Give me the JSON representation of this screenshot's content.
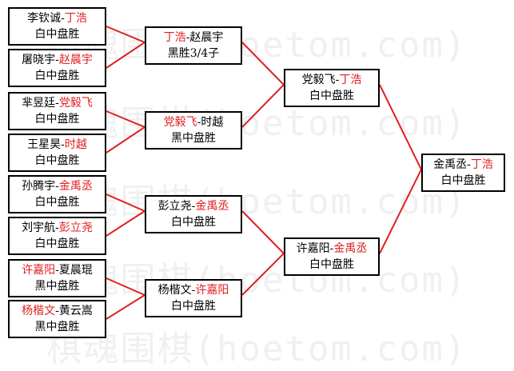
{
  "watermark": "棋魂围棋(hoetom.com)",
  "colors": {
    "highlight": "#e02020",
    "line": "#e02020",
    "text": "#000000"
  },
  "matches": {
    "r1": [
      {
        "p1": "李钦诚",
        "p2": "丁浩",
        "red": "p2",
        "result": "白中盘胜"
      },
      {
        "p1": "屠晓宇",
        "p2": "赵晨宇",
        "red": "p2",
        "result": "白中盘胜"
      },
      {
        "p1": "芈昱廷",
        "p2": "党毅飞",
        "red": "p2",
        "result": "白中盘胜"
      },
      {
        "p1": "王星昊",
        "p2": "时越",
        "red": "p2",
        "result": "白中盘胜"
      },
      {
        "p1": "孙腾宇",
        "p2": "金禹丞",
        "red": "p2",
        "result": "白中盘胜"
      },
      {
        "p1": "刘宇航",
        "p2": "彭立尧",
        "red": "p2",
        "result": "白中盘胜"
      },
      {
        "p1": "许嘉阳",
        "p2": "夏晨琨",
        "red": "p1",
        "result": "黑中盘胜"
      },
      {
        "p1": "杨楷文",
        "p2": "黄云嵩",
        "red": "p1",
        "result": "黑中盘胜"
      }
    ],
    "r2": [
      {
        "p1": "丁浩",
        "p2": "赵晨宇",
        "red": "p1",
        "result": "黑胜3/4子"
      },
      {
        "p1": "党毅飞",
        "p2": "时越",
        "red": "p1",
        "result": "黑中盘胜"
      },
      {
        "p1": "彭立尧",
        "p2": "金禹丞",
        "red": "p2",
        "result": "白中盘胜"
      },
      {
        "p1": "杨楷文",
        "p2": "许嘉阳",
        "red": "p2",
        "result": "白中盘胜"
      }
    ],
    "r3": [
      {
        "p1": "党毅飞",
        "p2": "丁浩",
        "red": "p2",
        "result": "白中盘胜"
      },
      {
        "p1": "许嘉阳",
        "p2": "金禹丞",
        "red": "p2",
        "result": "白中盘胜"
      }
    ],
    "r4": [
      {
        "p1": "金禹丞",
        "p2": "丁浩",
        "red": "p2",
        "result": "白中盘胜"
      }
    ]
  }
}
